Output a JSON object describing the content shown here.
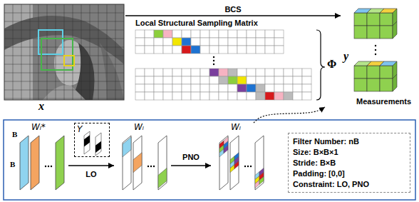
{
  "diagram": {
    "nodes": [
      {
        "text": [
          "x"
        ]
      },
      {
        "text": [
          "Local Structural Sampling Matrix",
          "Φ"
        ]
      },
      {
        "text": [
          "y",
          "Measurements"
        ]
      },
      {
        "text": [
          "Wₗ*"
        ]
      },
      {
        "text": [
          "Υ"
        ]
      },
      {
        "text": [
          "Wₗ"
        ]
      },
      {
        "text": [
          "Wₗ"
        ]
      },
      {
        "text": [
          "Filter Number: nB",
          "Size: B×B×1",
          "Stride: B×B",
          "Padding: [0,0]",
          "Constraint: LO, PNO"
        ]
      }
    ],
    "edges": [
      {
        "from": 0,
        "to": 2,
        "arrow": "to",
        "label": "BCS"
      },
      {
        "from": 3,
        "to": 5,
        "arrow": "to",
        "label": "LO"
      },
      {
        "from": 5,
        "to": 6,
        "arrow": "to",
        "label": "PNO"
      },
      {
        "from": 6,
        "to": 1,
        "arrow": "to"
      }
    ],
    "labels": [
      "B",
      "B"
    ]
  }
}
